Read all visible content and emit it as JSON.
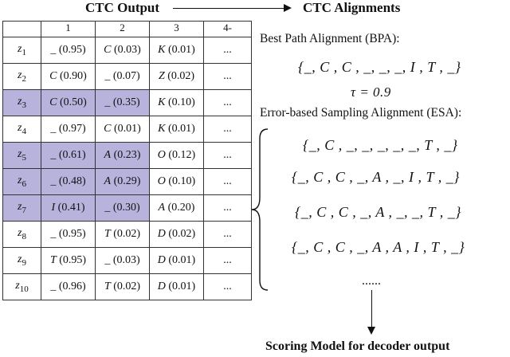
{
  "headers": {
    "left": "CTC Output",
    "right": "CTC Alignments",
    "bottom": "Scoring Model for decoder output"
  },
  "table": {
    "columns": [
      "",
      "1",
      "2",
      "3",
      "4-"
    ],
    "rows": [
      {
        "z": "z",
        "sub": "1",
        "cells": [
          {
            "s": "_",
            "p": "(0.95)",
            "h": false
          },
          {
            "s": "C",
            "p": "(0.03)",
            "h": false
          },
          {
            "s": "K",
            "p": "(0.01)",
            "h": false
          },
          {
            "t": "...",
            "h": false
          }
        ]
      },
      {
        "z": "z",
        "sub": "2",
        "cells": [
          {
            "s": "C",
            "p": "(0.90)",
            "h": false
          },
          {
            "s": "_",
            "p": "(0.07)",
            "h": false
          },
          {
            "s": "Z",
            "p": "(0.02)",
            "h": false
          },
          {
            "t": "...",
            "h": false
          }
        ]
      },
      {
        "z": "z",
        "sub": "3",
        "cells": [
          {
            "s": "C",
            "p": "(0.50)",
            "h": true
          },
          {
            "s": "_",
            "p": "(0.35)",
            "h": true
          },
          {
            "s": "K",
            "p": "(0.10)",
            "h": false
          },
          {
            "t": "...",
            "h": false
          }
        ],
        "zh": true
      },
      {
        "z": "z",
        "sub": "4",
        "cells": [
          {
            "s": "_",
            "p": "(0.97)",
            "h": false
          },
          {
            "s": "C",
            "p": "(0.01)",
            "h": false
          },
          {
            "s": "K",
            "p": "(0.01)",
            "h": false
          },
          {
            "t": "...",
            "h": false
          }
        ]
      },
      {
        "z": "z",
        "sub": "5",
        "cells": [
          {
            "s": "_",
            "p": "(0.61)",
            "h": true
          },
          {
            "s": "A",
            "p": "(0.23)",
            "h": true
          },
          {
            "s": "O",
            "p": "(0.12)",
            "h": false
          },
          {
            "t": "...",
            "h": false
          }
        ],
        "zh": true
      },
      {
        "z": "z",
        "sub": "6",
        "cells": [
          {
            "s": "_",
            "p": "(0.48)",
            "h": true
          },
          {
            "s": "A",
            "p": "(0.29)",
            "h": true
          },
          {
            "s": "O",
            "p": "(0.10)",
            "h": false
          },
          {
            "t": "...",
            "h": false
          }
        ],
        "zh": true
      },
      {
        "z": "z",
        "sub": "7",
        "cells": [
          {
            "s": "I",
            "p": "(0.41)",
            "h": true
          },
          {
            "s": "_",
            "p": "(0.30)",
            "h": true
          },
          {
            "s": "A",
            "p": "(0.20)",
            "h": false
          },
          {
            "t": "...",
            "h": false
          }
        ],
        "zh": true
      },
      {
        "z": "z",
        "sub": "8",
        "cells": [
          {
            "s": "_",
            "p": "(0.95)",
            "h": false
          },
          {
            "s": "T",
            "p": "(0.02)",
            "h": false
          },
          {
            "s": "D",
            "p": "(0.02)",
            "h": false
          },
          {
            "t": "...",
            "h": false
          }
        ]
      },
      {
        "z": "z",
        "sub": "9",
        "cells": [
          {
            "s": "T",
            "p": "(0.95)",
            "h": false
          },
          {
            "s": "_",
            "p": "(0.03)",
            "h": false
          },
          {
            "s": "D",
            "p": "(0.01)",
            "h": false
          },
          {
            "t": "...",
            "h": false
          }
        ]
      },
      {
        "z": "z",
        "sub": "10",
        "cells": [
          {
            "s": "_",
            "p": "(0.96)",
            "h": false
          },
          {
            "s": "T",
            "p": "(0.02)",
            "h": false
          },
          {
            "s": "D",
            "p": "(0.01)",
            "h": false
          },
          {
            "t": "...",
            "h": false
          }
        ]
      }
    ]
  },
  "bpa": {
    "label": "Best Path Alignment (BPA):",
    "sequence": "{_, C , C , _, _, _, I , T , _}",
    "tau": "τ = 0.9"
  },
  "esa": {
    "label": "Error-based Sampling Alignment (ESA):",
    "sequences": [
      "{_, C , _, _, _, _, _, T , _}",
      "{_, C , C , _, A , _, I , T , _}",
      "{_, C , C , _, A , _, _, T , _}",
      "{_, C , C , _, A , A , I , T , _}"
    ],
    "ellipsis": "......"
  },
  "colors": {
    "highlight": "#b8b3dd",
    "border": "#333333"
  }
}
